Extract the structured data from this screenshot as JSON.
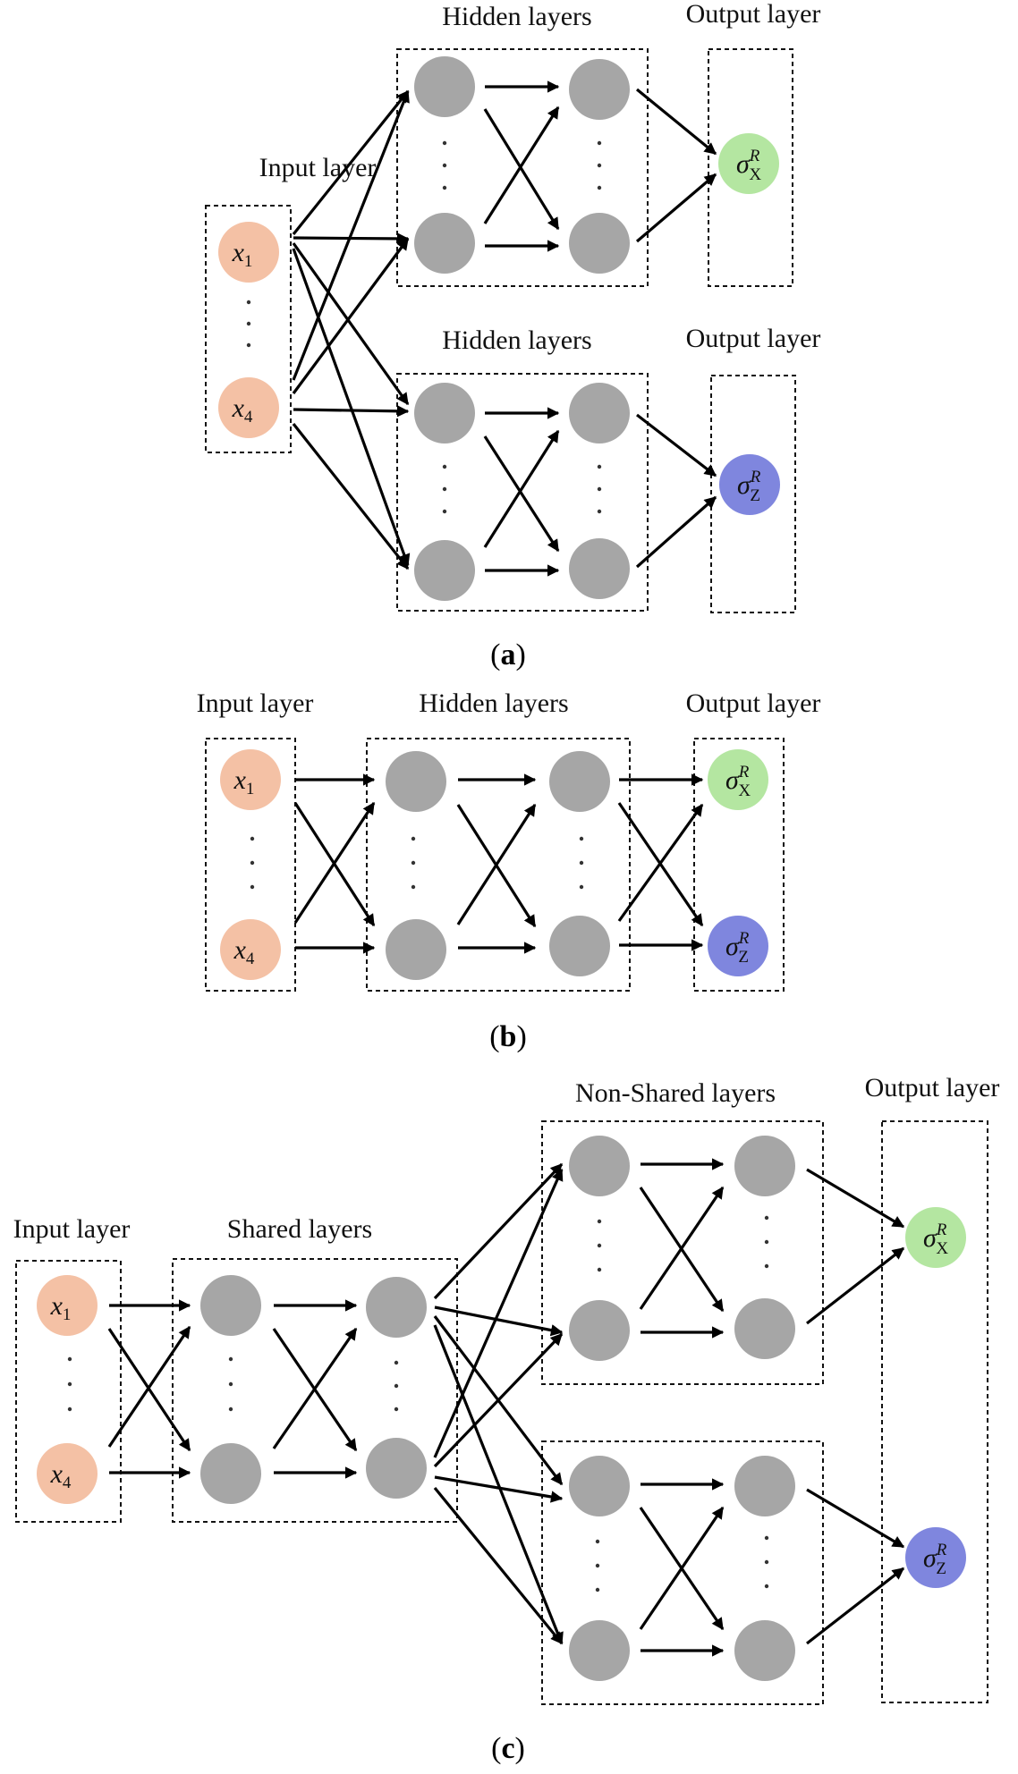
{
  "colors": {
    "input_node": "#f4c1a5",
    "hidden_node": "#a6a6a6",
    "output_x_node": "#b4e6a1",
    "output_z_node": "#7f86de",
    "edge": "#000000"
  },
  "nodes": {
    "x1": {
      "sym": "x",
      "sub": "1"
    },
    "x4": {
      "sym": "x",
      "sub": "4"
    },
    "sigma_x": {
      "sym": "σ",
      "sup": "R",
      "sub": "X"
    },
    "sigma_z": {
      "sym": "σ",
      "sup": "R",
      "sub": "Z"
    }
  },
  "panel_a": {
    "caption_letter": "a",
    "input_label": "Input  layer",
    "hidden_label_top": "Hidden layers",
    "output_label_top": "Output  layer",
    "hidden_label_bottom": "Hidden layers",
    "output_label_bottom": "Output  layer"
  },
  "panel_b": {
    "caption_letter": "b",
    "input_label": "Input  layer",
    "hidden_label": "Hidden layers",
    "output_label": "Output  layer"
  },
  "panel_c": {
    "caption_letter": "c",
    "input_label": "Input  layer",
    "shared_label": "Shared layers",
    "nonshared_label": "Non-Shared layers",
    "output_label": "Output  layer"
  }
}
